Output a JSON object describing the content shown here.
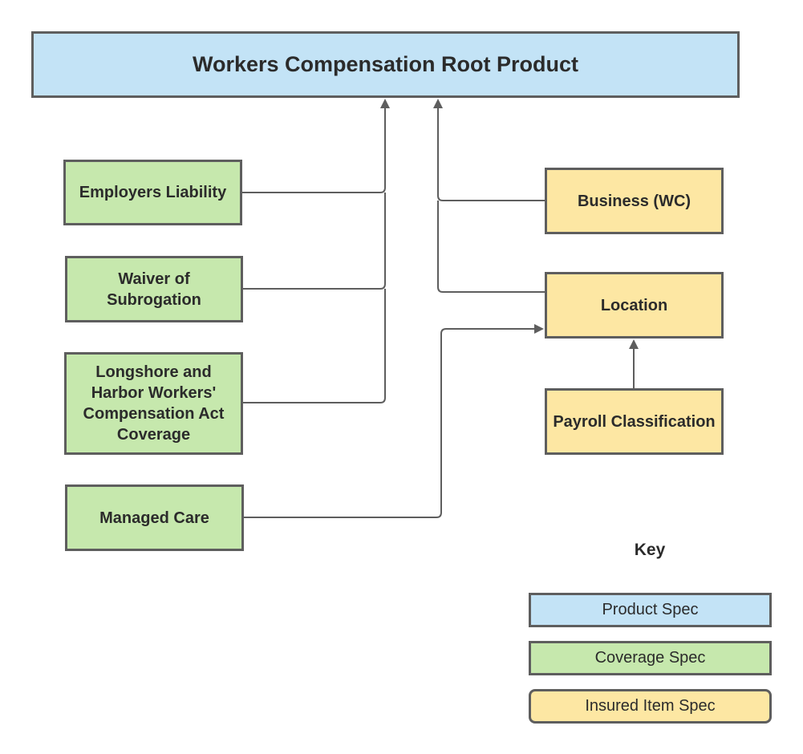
{
  "diagram": {
    "root": {
      "label": "Workers Compensation Root Product",
      "color": "#c3e3f6"
    },
    "coverages": [
      {
        "id": "employers-liability",
        "label": "Employers Liability"
      },
      {
        "id": "waiver-of-subrogation",
        "label": "Waiver of Subrogation"
      },
      {
        "id": "longshore",
        "label": "Longshore and Harbor Workers' Compensation Act Coverage"
      },
      {
        "id": "managed-care",
        "label": "Managed Care"
      }
    ],
    "insured_items": [
      {
        "id": "business",
        "label": "Business (WC)"
      },
      {
        "id": "location",
        "label": "Location"
      },
      {
        "id": "payroll",
        "label": "Payroll Classification"
      }
    ],
    "edges": [
      {
        "from": "Employers Liability",
        "to": "Workers Compensation Root Product"
      },
      {
        "from": "Waiver of Subrogation",
        "to": "Workers Compensation Root Product"
      },
      {
        "from": "Longshore and Harbor Workers' Compensation Act Coverage",
        "to": "Workers Compensation Root Product"
      },
      {
        "from": "Business (WC)",
        "to": "Workers Compensation Root Product"
      },
      {
        "from": "Location",
        "to": "Workers Compensation Root Product"
      },
      {
        "from": "Managed Care",
        "to": "Location"
      },
      {
        "from": "Payroll Classification",
        "to": "Location"
      }
    ],
    "colors": {
      "product": "#c3e3f6",
      "coverage": "#c6e8ad",
      "insured": "#fde7a3",
      "border": "#5e5e5e",
      "connector": "#5e5e5e",
      "text": "#2b2b2b"
    }
  },
  "key": {
    "title": "Key",
    "items": [
      {
        "label": "Product Spec",
        "color": "#c3e3f6"
      },
      {
        "label": "Coverage Spec",
        "color": "#c6e8ad"
      },
      {
        "label": "Insured Item Spec",
        "color": "#fde7a3"
      }
    ]
  }
}
